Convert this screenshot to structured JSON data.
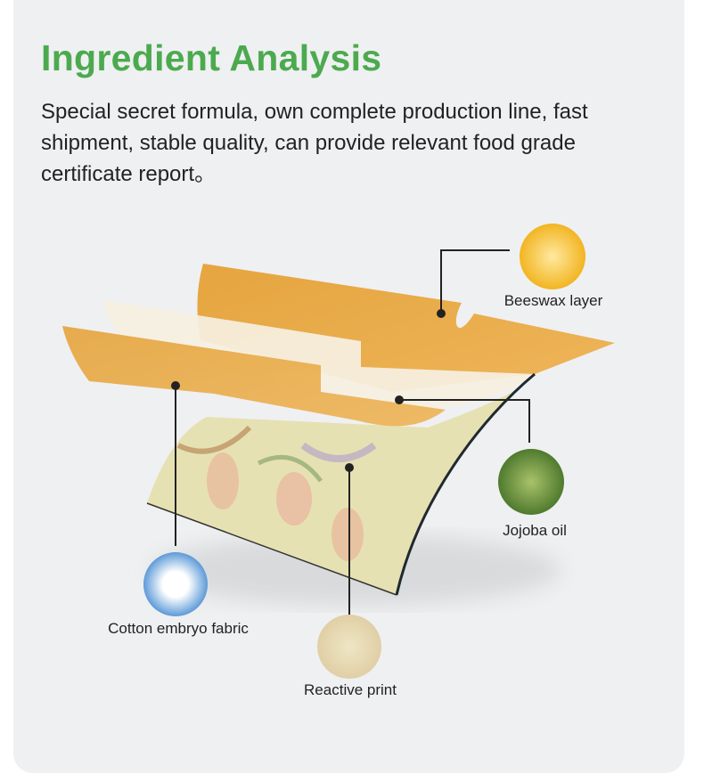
{
  "header": {
    "title": "Ingredient Analysis",
    "description": "Special secret formula, own complete production line, fast shipment, stable quality, can provide relevant food grade certificate report。"
  },
  "layers": [
    {
      "label": "Beeswax layer",
      "icon": "honeycomb-icon"
    },
    {
      "label": "Jojoba oil",
      "icon": "jojoba-icon"
    },
    {
      "label": "Cotton embryo fabric",
      "icon": "cotton-icon"
    },
    {
      "label": "Reactive print",
      "icon": "print-pattern-icon"
    }
  ],
  "colors": {
    "title": "#4caa4e",
    "beeswax": "#e9ac4a",
    "text": "#222222",
    "card": "#eff0f2"
  }
}
